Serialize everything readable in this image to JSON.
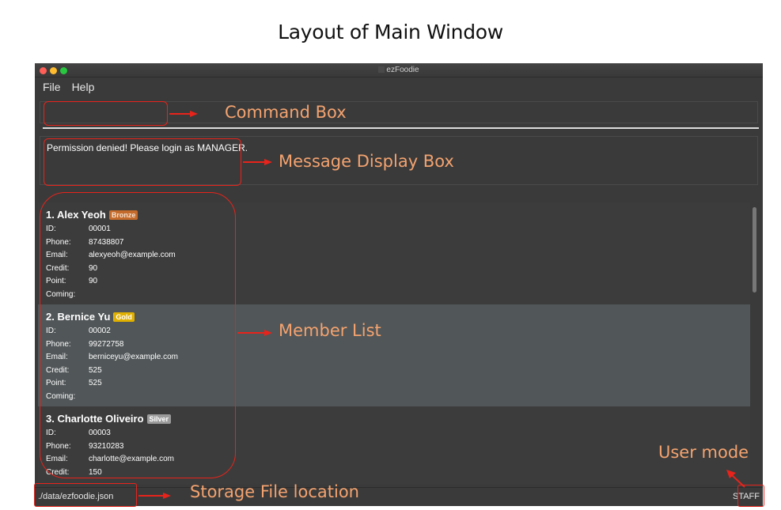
{
  "page_title": "Layout of Main Window",
  "window": {
    "title": "ezFoodie"
  },
  "menu": [
    "File",
    "Help"
  ],
  "command_box": {
    "value": ""
  },
  "result": {
    "text": "Permission denied! Please login as MANAGER."
  },
  "field_labels": {
    "id": "ID:",
    "phone": "Phone:",
    "email": "Email:",
    "credit": "Credit:",
    "point": "Point:",
    "coming": "Coming:"
  },
  "members": [
    {
      "name": "1.  Alex Yeoh",
      "tier": "Bronze",
      "id": "00001",
      "phone": "87438807",
      "email": "alexyeoh@example.com",
      "credit": "90",
      "point": "90"
    },
    {
      "name": "2.  Bernice Yu",
      "tier": "Gold",
      "id": "00002",
      "phone": "99272758",
      "email": "berniceyu@example.com",
      "credit": "525",
      "point": "525"
    },
    {
      "name": "3.  Charlotte Oliveiro",
      "tier": "Silver",
      "id": "00003",
      "phone": "93210283",
      "email": "charlotte@example.com",
      "credit": "150"
    }
  ],
  "status": {
    "storage_path": "./data/ezfoodie.json",
    "user_mode": "STAFF"
  },
  "annotations": {
    "command_box": "Command Box",
    "message_box": "Message Display Box",
    "member_list": "Member List",
    "storage": "Storage File location",
    "user_mode": "User mode"
  },
  "colors": {
    "annotation_text": "#f4a36f",
    "annotation_line": "#e8231b",
    "bronze": "#c46a2a",
    "gold": "#e0b000",
    "silver": "#9b9b9b"
  }
}
